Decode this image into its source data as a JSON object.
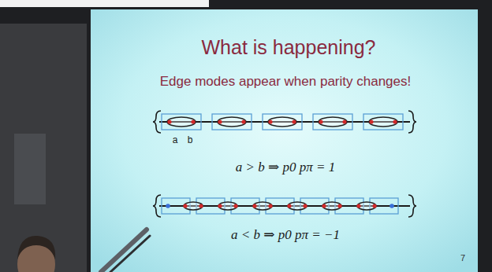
{
  "diagram": {
    "title": "What is happening?",
    "labels": [
      "Edge modes appear when parity changes!",
      "a",
      "b",
      "a > b ⇒ p0 pπ = 1",
      "a < b ⇒ p0 pπ = −1",
      "7"
    ]
  }
}
